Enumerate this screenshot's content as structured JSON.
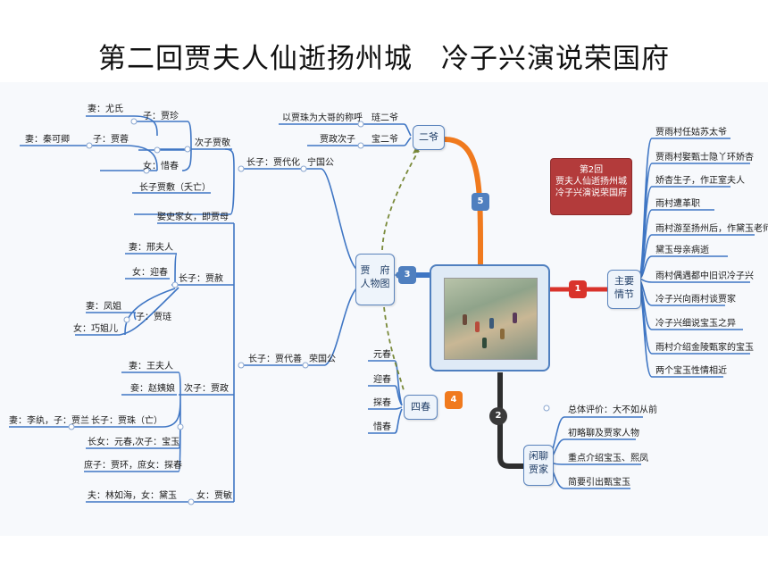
{
  "title": "第二回贾夫人仙逝扬州城　冷子兴演说荣国府",
  "center_image": "scene-illustration",
  "topic_box": {
    "line1": "第2回",
    "line2": "贾夫人仙逝扬州城",
    "line3": "冷子兴演说荣国府"
  },
  "badges": {
    "b1": "1",
    "b2": "2",
    "b3": "3",
    "b4": "4",
    "b5": "5"
  },
  "branch_main_plot": {
    "label_line1": "主要",
    "label_line2": "情节",
    "items": [
      "贾雨村任姑苏太爷",
      "贾雨村娶甄士隐丫环娇杏",
      "娇杏生子，作正室夫人",
      "雨村遭革职",
      "雨村游至扬州后，作黛玉老师",
      "黛玉母亲病逝",
      "雨村偶遇都中旧识冷子兴",
      "冷子兴向雨村谈贾家",
      "冷子兴细说宝玉之异",
      "雨村介绍金陵甄家的宝玉",
      "两个宝玉性情相近"
    ]
  },
  "branch_chat": {
    "label_line1": "闲聊",
    "label_line2": "贾家",
    "items": [
      "总体评价：大不如从前",
      "初略聊及贾家人物",
      "重点介绍宝玉、熙凤",
      "简要引出甄宝玉"
    ]
  },
  "branch_erye": {
    "label": "二爷",
    "items": [
      {
        "left": "以贾珠为大哥的称呼",
        "right": "琏二爷"
      },
      {
        "left": "贾政次子",
        "right": "宝二爷"
      }
    ]
  },
  "branch_sichun": {
    "label": "四春",
    "items": [
      "元春",
      "迎春",
      "探春",
      "惜春"
    ]
  },
  "branch_family": {
    "label_line1": "贾　府",
    "label_line2": "人物图",
    "ningguo": {
      "label": "宁国公",
      "son": "长子：贾代化",
      "children": {
        "jingzi": "次子贾敬",
        "zhenzi": "子：贾珍",
        "youshi": "妻：尤氏",
        "rongzi": "子：贾蓉",
        "qinkeqing": "妻：秦可卿",
        "xichun": "女：惜春",
        "fuzi": "长子贾敷（夭亡）"
      }
    },
    "rongguo": {
      "label": "荣国公",
      "son": "长子：贾代善",
      "wife": "娶史家女，即贾母",
      "she": {
        "label": "长子：贾赦",
        "xingfuren": "妻：邢夫人",
        "yingchun": "女：迎春",
        "jialian": "子：贾琏",
        "fengjie": "妻：凤姐",
        "qiaojie": "女：巧姐儿"
      },
      "zheng": {
        "label": "次子：贾政",
        "wangfuren": "妻：王夫人",
        "zhaoyiniang": "妾：赵姨娘",
        "jiazhu": "长子：贾珠（亡）",
        "jiazhu_family": "妻：李纨，子：贾兰",
        "yuanchun_baoyu": "长女：元春,次子：宝玉",
        "tanchun": "庶子：贾环，庶女：探春"
      },
      "min": {
        "label": "女：贾敏",
        "husband": "夫：林如海，女：黛玉"
      }
    }
  },
  "colors": {
    "line_blue": "#3f76c4",
    "branch_red": "#d9332b",
    "branch_orange": "#f07a1e",
    "branch_dark": "#2e2e2e",
    "dash_olive": "#7a8a3a",
    "topic_red": "#b33b3b"
  }
}
